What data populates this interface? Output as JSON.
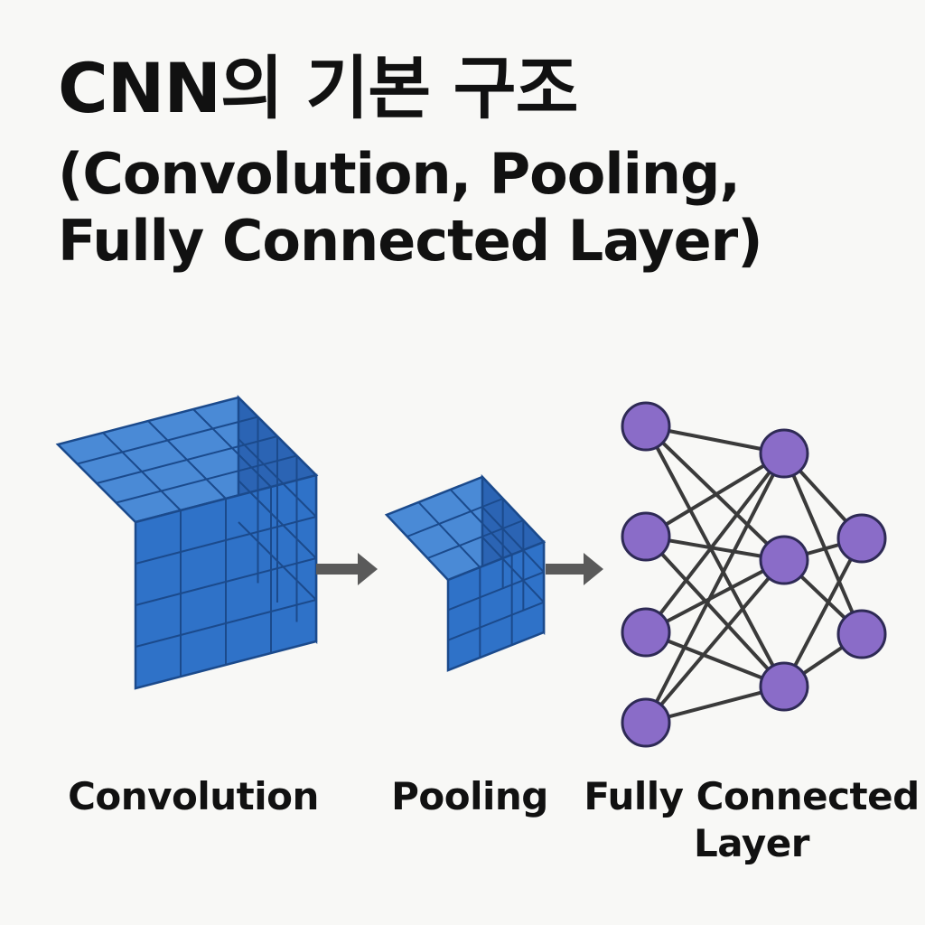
{
  "title": {
    "line1": "CNN의 기본 구조",
    "line2": "(Convolution, Pooling,",
    "line3": "Fully Connected Layer)"
  },
  "labels": {
    "convolution": "Convolution",
    "pooling": "Pooling",
    "fc_line1": "Fully Connected",
    "fc_line2": "Layer"
  },
  "colors": {
    "cube_front": "#2f72c8",
    "cube_top": "#4a8ad6",
    "cube_side": "#2b64b4",
    "cube_line": "#1b4a8c",
    "node_fill": "#8a6cc8",
    "node_stroke": "#2e2a55",
    "edge": "#3a3a3a",
    "arrow": "#5a5a5a"
  },
  "network": {
    "layers": [
      4,
      3,
      2
    ]
  }
}
